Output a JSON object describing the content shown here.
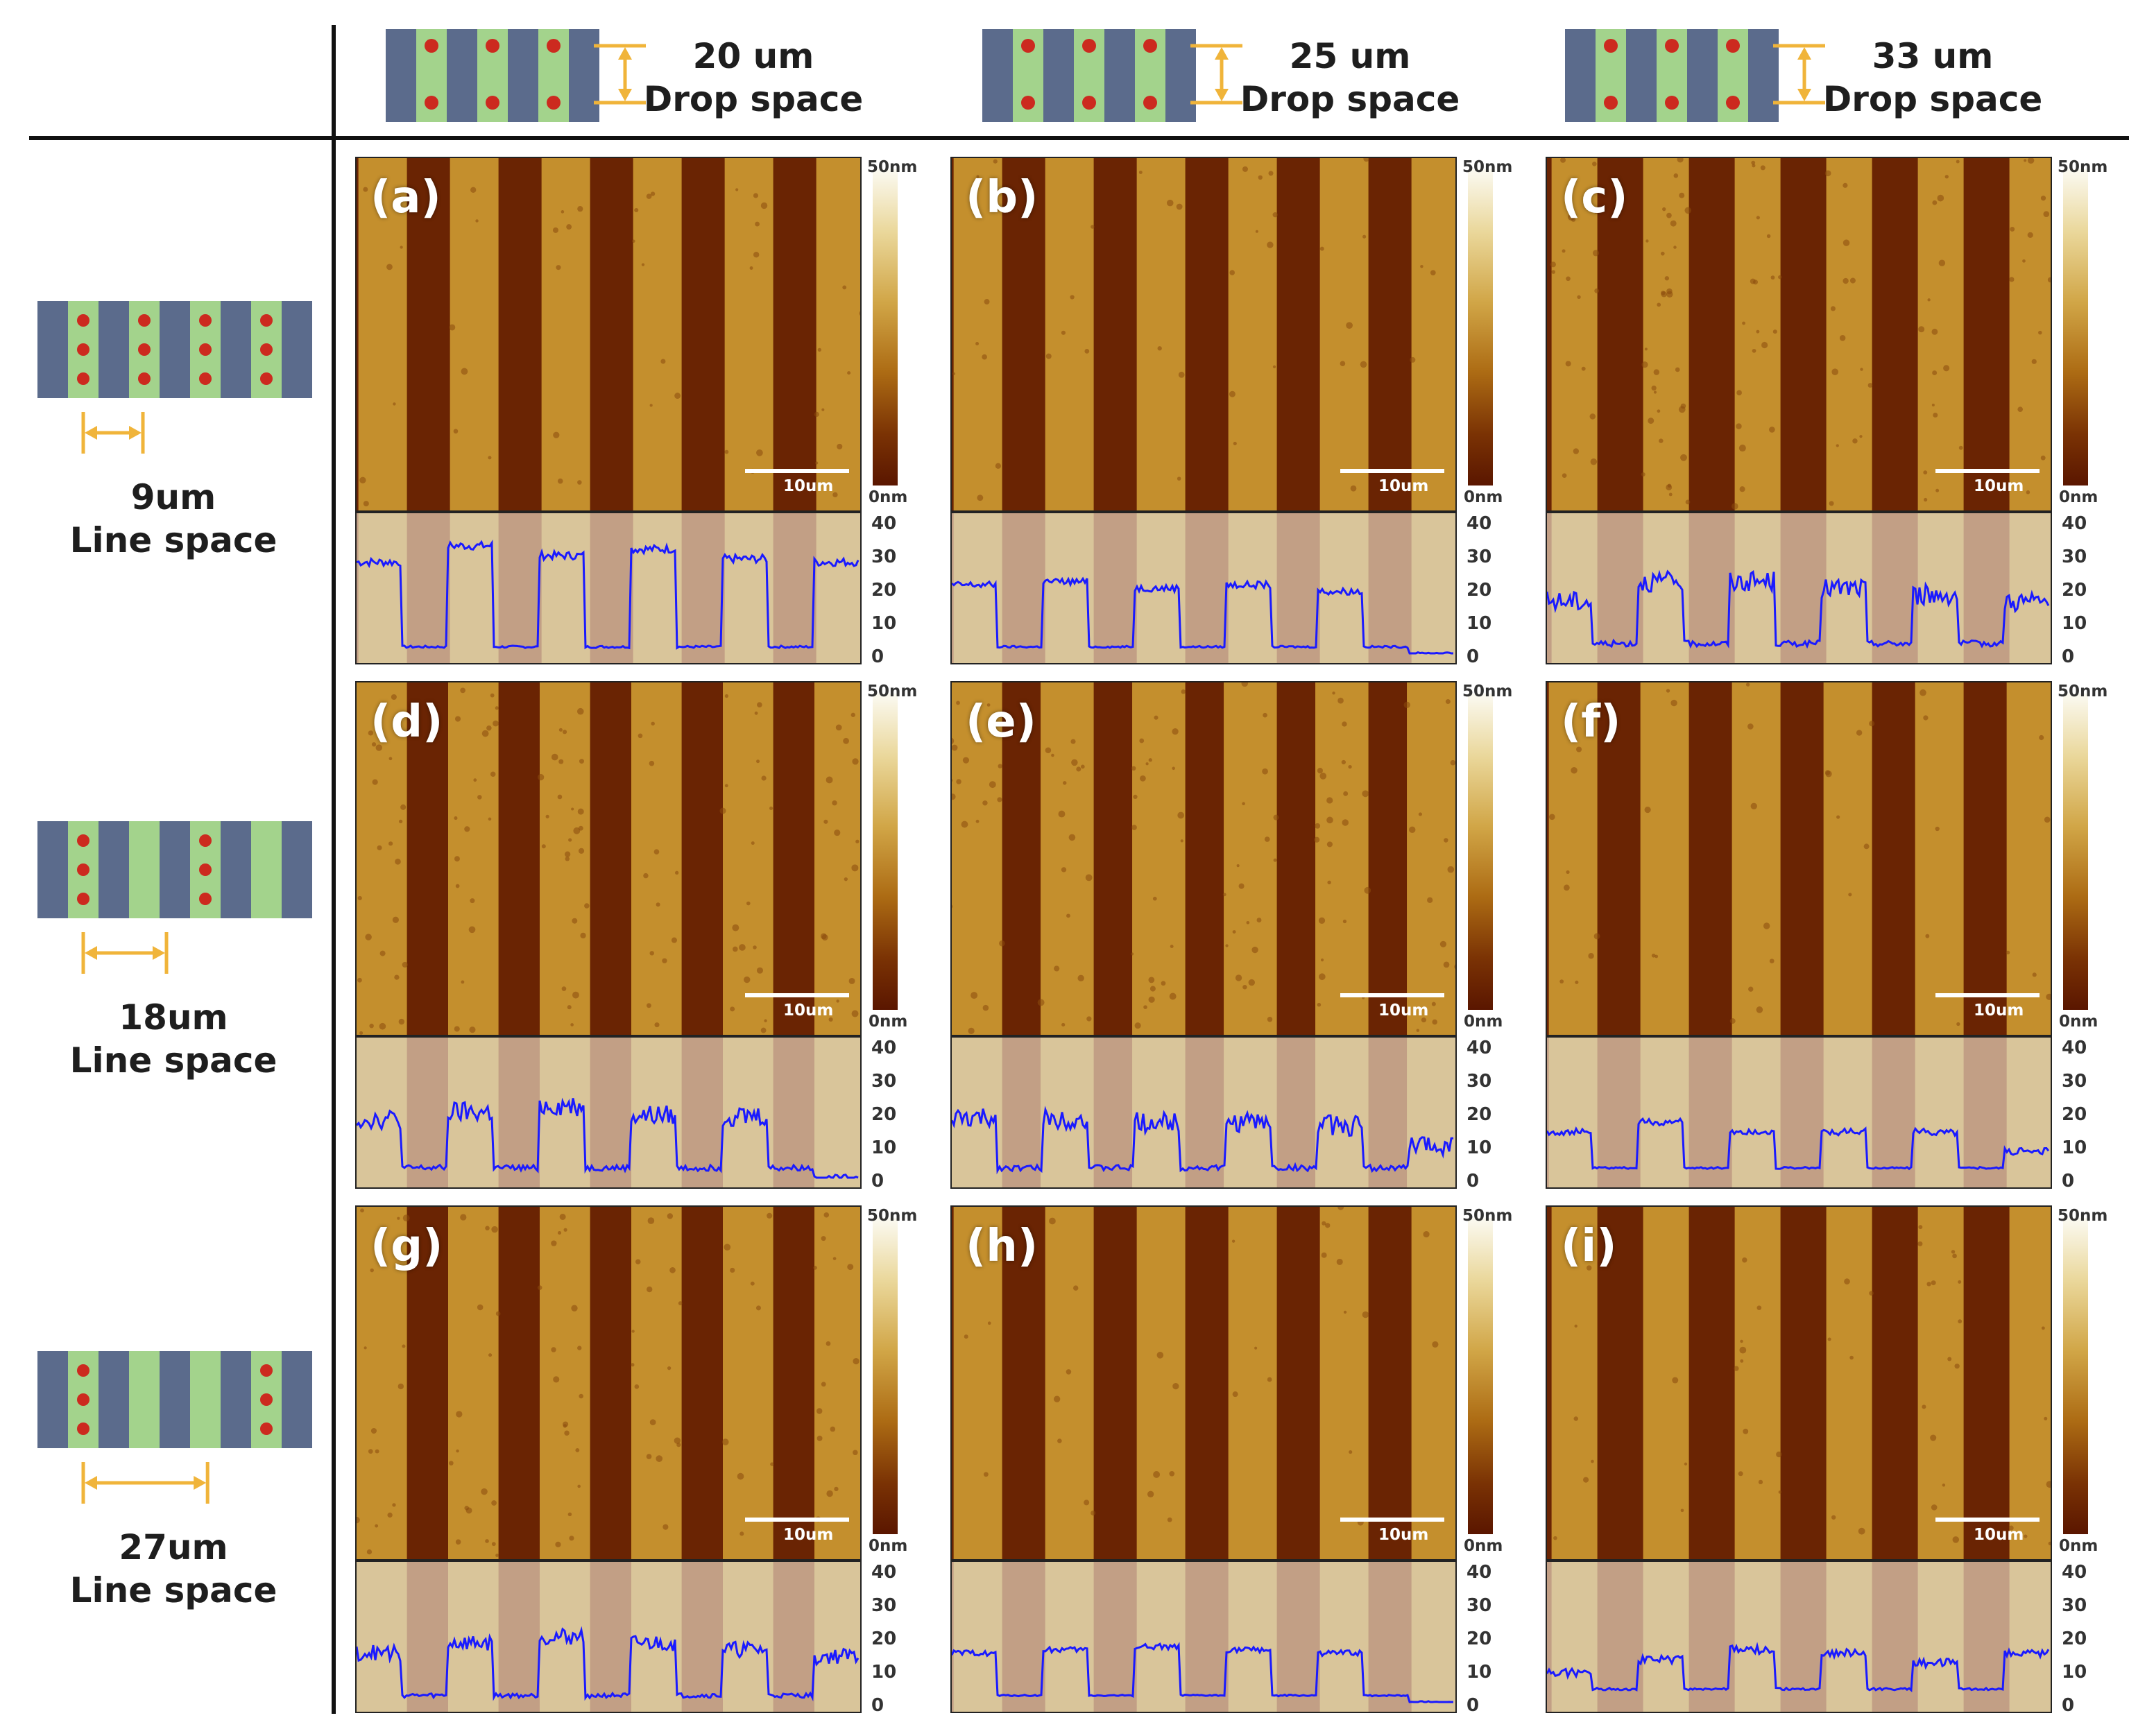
{
  "columns": [
    {
      "value": "20 um",
      "caption": "Drop space"
    },
    {
      "value": "25 um",
      "caption": "Drop space"
    },
    {
      "value": "33 um",
      "caption": "Drop space"
    }
  ],
  "rows": [
    {
      "value": "9um",
      "caption": "Line space"
    },
    {
      "value": "18um",
      "caption": "Line space"
    },
    {
      "value": "27um",
      "caption": "Line space"
    }
  ],
  "colorbar": {
    "top": "50nm",
    "bottom": "0nm"
  },
  "scalebar_label": "10um",
  "profile_ticks": [
    "40",
    "30",
    "20",
    "10",
    "0"
  ],
  "colors": {
    "blue_stripe": "#5b6b8c",
    "green_stripe": "#a3d38c",
    "drop": "#cc2a1f",
    "arrow": "#f0b43a",
    "profile_line": "#1a1aff",
    "afm_dark": "#6a2403",
    "afm_light": "#c48f2d"
  },
  "panels": [
    {
      "label": "(a)",
      "dark_fraction": 0.47,
      "profile": [
        28,
        2,
        33,
        2,
        30,
        2,
        32,
        2,
        29,
        2,
        28
      ],
      "noise": 0.18
    },
    {
      "label": "(b)",
      "dark_fraction": 0.47,
      "profile": [
        21,
        2,
        22,
        2,
        20,
        2,
        21,
        2,
        19,
        2,
        0
      ],
      "noise": 0.15
    },
    {
      "label": "(c)",
      "dark_fraction": 0.5,
      "profile": [
        16,
        3,
        22,
        3,
        22,
        3,
        20,
        3,
        18,
        3,
        16
      ],
      "noise": 0.45
    },
    {
      "label": "(d)",
      "dark_fraction": 0.45,
      "profile": [
        18,
        3,
        20,
        3,
        22,
        3,
        19,
        3,
        19,
        3,
        0
      ],
      "noise": 0.45
    },
    {
      "label": "(e)",
      "dark_fraction": 0.42,
      "profile": [
        18,
        3,
        18,
        3,
        17,
        3,
        17,
        3,
        16,
        3,
        10
      ],
      "noise": 0.45
    },
    {
      "label": "(f)",
      "dark_fraction": 0.47,
      "profile": [
        14,
        3,
        17,
        3,
        14,
        3,
        14,
        3,
        14,
        3,
        8
      ],
      "noise": 0.15
    },
    {
      "label": "(g)",
      "dark_fraction": 0.45,
      "profile": [
        15,
        2,
        18,
        2,
        20,
        2,
        18,
        2,
        16,
        2,
        14
      ],
      "noise": 0.35
    },
    {
      "label": "(h)",
      "dark_fraction": 0.47,
      "profile": [
        15,
        2,
        16,
        2,
        17,
        2,
        16,
        2,
        15,
        2,
        0
      ],
      "noise": 0.12
    },
    {
      "label": "(i)",
      "dark_fraction": 0.5,
      "profile": [
        9,
        4,
        13,
        4,
        16,
        4,
        15,
        4,
        12,
        4,
        15
      ],
      "noise": 0.18
    }
  ]
}
